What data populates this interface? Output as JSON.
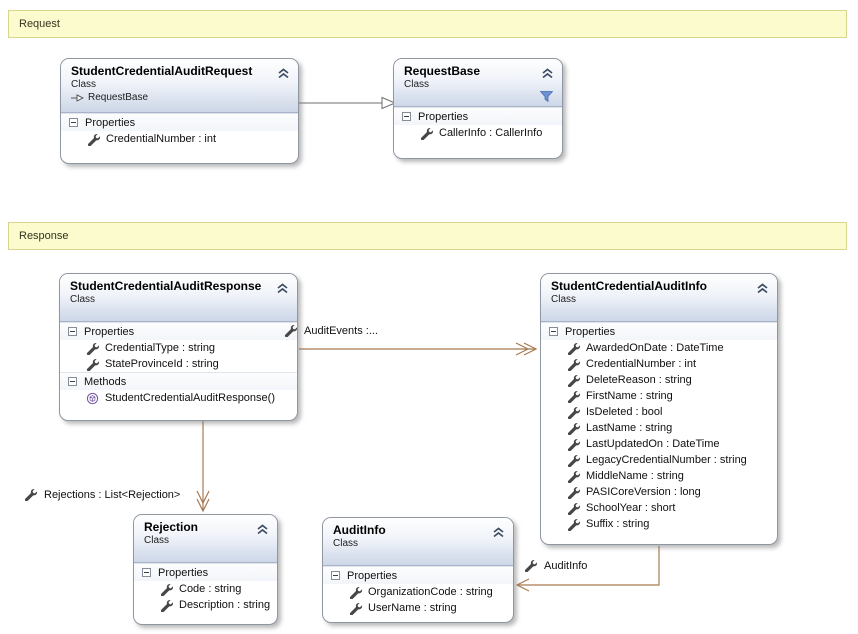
{
  "banners": {
    "request": "Request",
    "response": "Response"
  },
  "labels": {
    "properties": "Properties",
    "methods": "Methods"
  },
  "classes": [
    {
      "name": "StudentCredentialAuditRequest",
      "kind": "Class",
      "inherits": "RequestBase",
      "properties": [
        "CredentialNumber : int"
      ]
    },
    {
      "name": "RequestBase",
      "kind": "Class",
      "has_filter": true,
      "properties": [
        "CallerInfo : CallerInfo"
      ]
    },
    {
      "name": "StudentCredentialAuditResponse",
      "kind": "Class",
      "properties": [
        "CredentialType : string",
        "StateProvinceId : string"
      ],
      "methods": [
        "StudentCredentialAuditResponse()"
      ]
    },
    {
      "name": "StudentCredentialAuditInfo",
      "kind": "Class",
      "properties": [
        "AwardedOnDate : DateTime",
        "CredentialNumber : int",
        "DeleteReason : string",
        "FirstName : string",
        "IsDeleted : bool",
        "LastName : string",
        "LastUpdatedOn : DateTime",
        "LegacyCredentialNumber : string",
        "MiddleName : string",
        "PASICoreVersion : long",
        "SchoolYear : short",
        "Suffix : string"
      ]
    },
    {
      "name": "Rejection",
      "kind": "Class",
      "properties": [
        "Code : string",
        "Description : string"
      ]
    },
    {
      "name": "AuditInfo",
      "kind": "Class",
      "properties": [
        "OrganizationCode : string",
        "UserName : string"
      ]
    }
  ],
  "connectors": [
    {
      "type": "inheritance",
      "from": "StudentCredentialAuditRequest",
      "to": "RequestBase",
      "label": ""
    },
    {
      "type": "association",
      "from": "StudentCredentialAuditResponse",
      "to": "StudentCredentialAuditInfo",
      "label": "AuditEvents :..."
    },
    {
      "type": "association",
      "from": "StudentCredentialAuditResponse",
      "to": "Rejection",
      "label": "Rejections : List<Rejection>"
    },
    {
      "type": "association",
      "from": "StudentCredentialAuditInfo",
      "to": "AuditInfo",
      "label": "AuditInfo"
    }
  ],
  "colors": {
    "association_line": "#a87a52",
    "inheritance_line": "#6e6e6e",
    "banner_bg": "#fbfbcd",
    "banner_border": "#d6d68e",
    "header_gradient_bottom": "#cdd7e8"
  }
}
